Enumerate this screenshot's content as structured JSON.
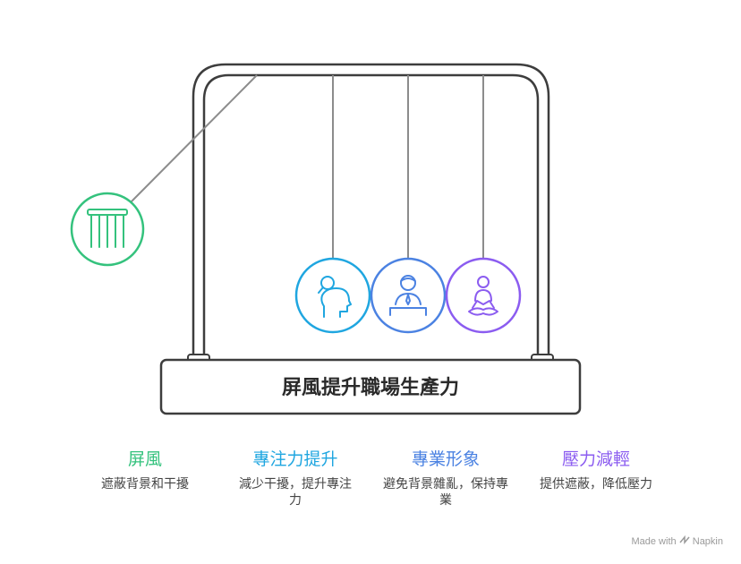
{
  "title": "屏風提升職場生產力",
  "colors": {
    "frame": "#3d3d3d",
    "string": "#8c8c8c",
    "green": "#34c27d",
    "cyan": "#1fa6e0",
    "blue": "#4b82e2",
    "purple": "#8b5cf0"
  },
  "items": [
    {
      "title": "屏風",
      "desc": "遮蔽背景和干擾",
      "color": "#34c27d",
      "icon": "folding-screen-icon"
    },
    {
      "title": "專注力提升",
      "desc": "減少干擾，提升專注力",
      "color": "#1fa6e0",
      "icon": "focused-head-icon"
    },
    {
      "title": "專業形象",
      "desc": "避免背景雜亂，保持專業",
      "color": "#4b82e2",
      "icon": "professional-person-icon"
    },
    {
      "title": "壓力減輕",
      "desc": "提供遮蔽，降低壓力",
      "color": "#8b5cf0",
      "icon": "meditating-person-icon"
    }
  ],
  "footer": {
    "label": "Made with",
    "brand": "Napkin"
  }
}
